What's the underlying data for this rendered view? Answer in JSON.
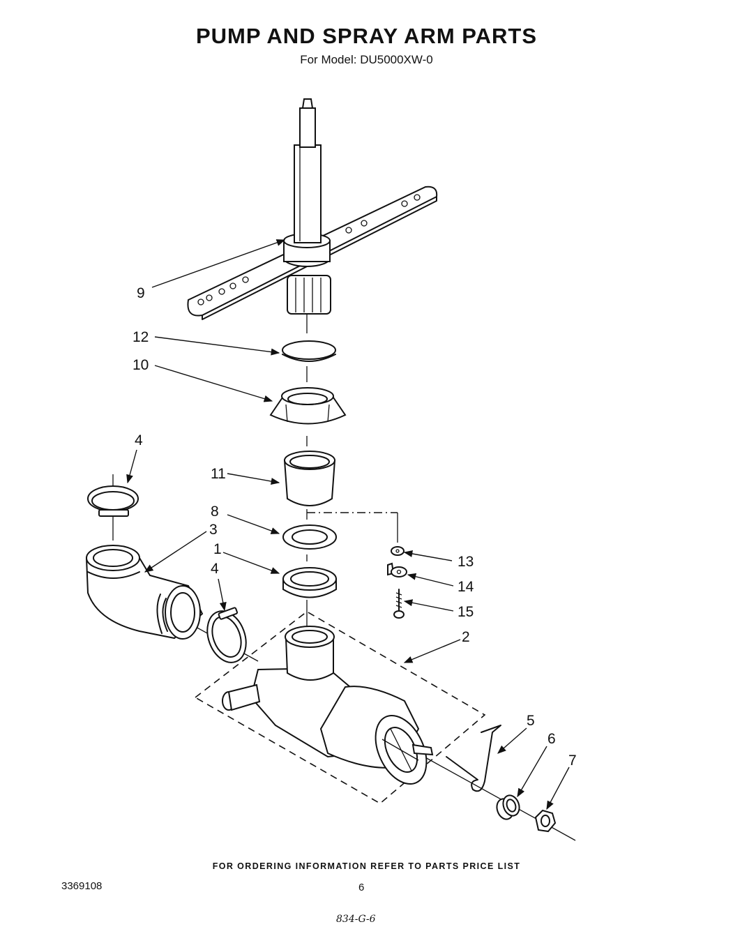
{
  "header": {
    "title": "PUMP AND SPRAY ARM PARTS",
    "subtitle": "For Model: DU5000XW-0"
  },
  "footer": {
    "ordering_note": "FOR ORDERING INFORMATION REFER TO PARTS PRICE LIST",
    "doc_number": "3369108",
    "page_number": "6",
    "handwritten_code": "834-G-6"
  },
  "callouts": {
    "spray_arm": "9",
    "ring_12": "12",
    "nut_10": "10",
    "filter_11": "11",
    "seal_8": "8",
    "seal_1": "1",
    "hose_3": "3",
    "clamp_4_top": "4",
    "clamp_4_lower": "4",
    "pump_motor": "2",
    "clip_5": "5",
    "grommet_6": "6",
    "nut_7": "7",
    "washer_13": "13",
    "bracket_14": "14",
    "screw_15": "15"
  }
}
